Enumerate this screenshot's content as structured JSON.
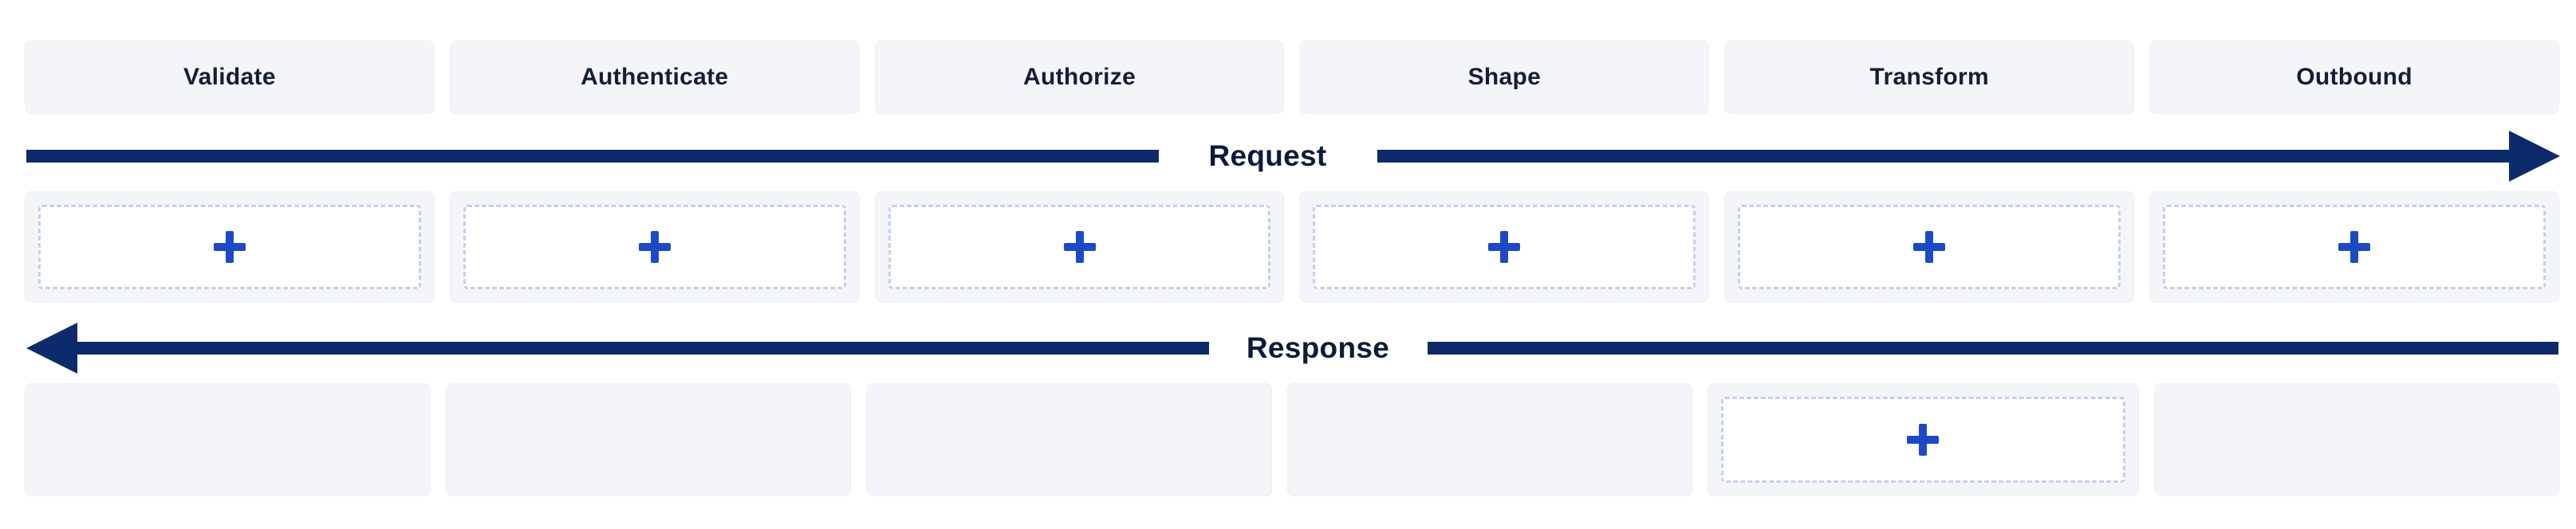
{
  "stages": [
    {
      "id": "validate",
      "label": "Validate"
    },
    {
      "id": "authenticate",
      "label": "Authenticate"
    },
    {
      "id": "authorize",
      "label": "Authorize"
    },
    {
      "id": "shape",
      "label": "Shape"
    },
    {
      "id": "transform",
      "label": "Transform"
    },
    {
      "id": "outbound",
      "label": "Outbound"
    }
  ],
  "arrows": {
    "request": {
      "label": "Request",
      "direction": "right"
    },
    "response": {
      "label": "Response",
      "direction": "left"
    }
  },
  "slots": {
    "request": [
      "add",
      "add",
      "add",
      "add",
      "add",
      "add"
    ],
    "response": [
      "empty",
      "empty",
      "empty",
      "empty",
      "add",
      "empty"
    ]
  },
  "icons": {
    "add": "plus-icon"
  },
  "colors": {
    "arrow_navy": "#0d2a6b",
    "plus_blue": "#1d49c4",
    "slot_bg": "#f4f5f8",
    "slot_border": "#edeff4",
    "dashed_border": "#c5d0ea",
    "header_text": "#151e38",
    "label_text": "#0c1b3a",
    "page_bg": "#ffffff"
  }
}
